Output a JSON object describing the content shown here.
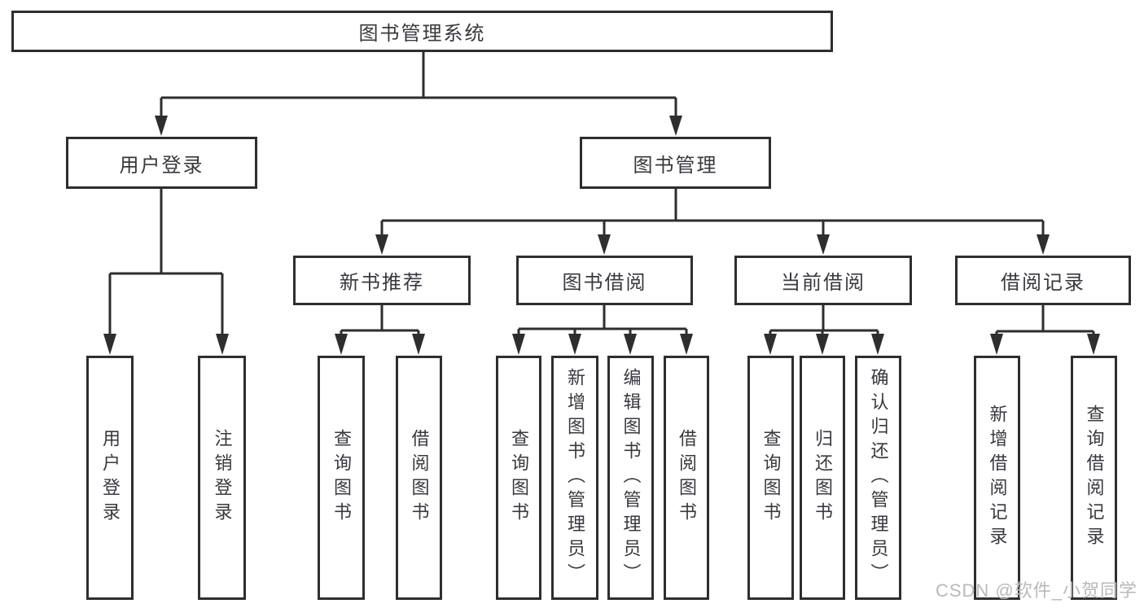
{
  "colors": {
    "line": "#2e2e2e",
    "text": "#38383f",
    "background": "#ffffff",
    "watermark": "#b9b9b9"
  },
  "watermark": {
    "text": "CSDN @软件_小贺同学"
  },
  "diagram": {
    "root": {
      "label": "图书管理系统"
    },
    "level2": [
      {
        "label": "用户登录"
      },
      {
        "label": "图书管理"
      }
    ],
    "level3": [
      {
        "label": "新书推荐",
        "parent": "图书管理"
      },
      {
        "label": "图书借阅",
        "parent": "图书管理"
      },
      {
        "label": "当前借阅",
        "parent": "图书管理"
      },
      {
        "label": "借阅记录",
        "parent": "图书管理"
      }
    ],
    "level4": [
      {
        "label": "用户登录",
        "parent": "用户登录"
      },
      {
        "label": "注销登录",
        "parent": "用户登录"
      },
      {
        "label": "查询图书",
        "parent": "新书推荐"
      },
      {
        "label": "借阅图书",
        "parent": "新书推荐"
      },
      {
        "label": "查询图书",
        "parent": "图书借阅"
      },
      {
        "label": "新增图书（管理员）",
        "parent": "图书借阅"
      },
      {
        "label": "编辑图书（管理员）",
        "parent": "图书借阅"
      },
      {
        "label": "借阅图书",
        "parent": "图书借阅"
      },
      {
        "label": "查询图书",
        "parent": "当前借阅"
      },
      {
        "label": "归还图书",
        "parent": "当前借阅"
      },
      {
        "label": "确认归还（管理员）",
        "parent": "当前借阅"
      },
      {
        "label": "新增借阅记录",
        "parent": "借阅记录"
      },
      {
        "label": "查询借阅记录",
        "parent": "借阅记录"
      }
    ]
  }
}
